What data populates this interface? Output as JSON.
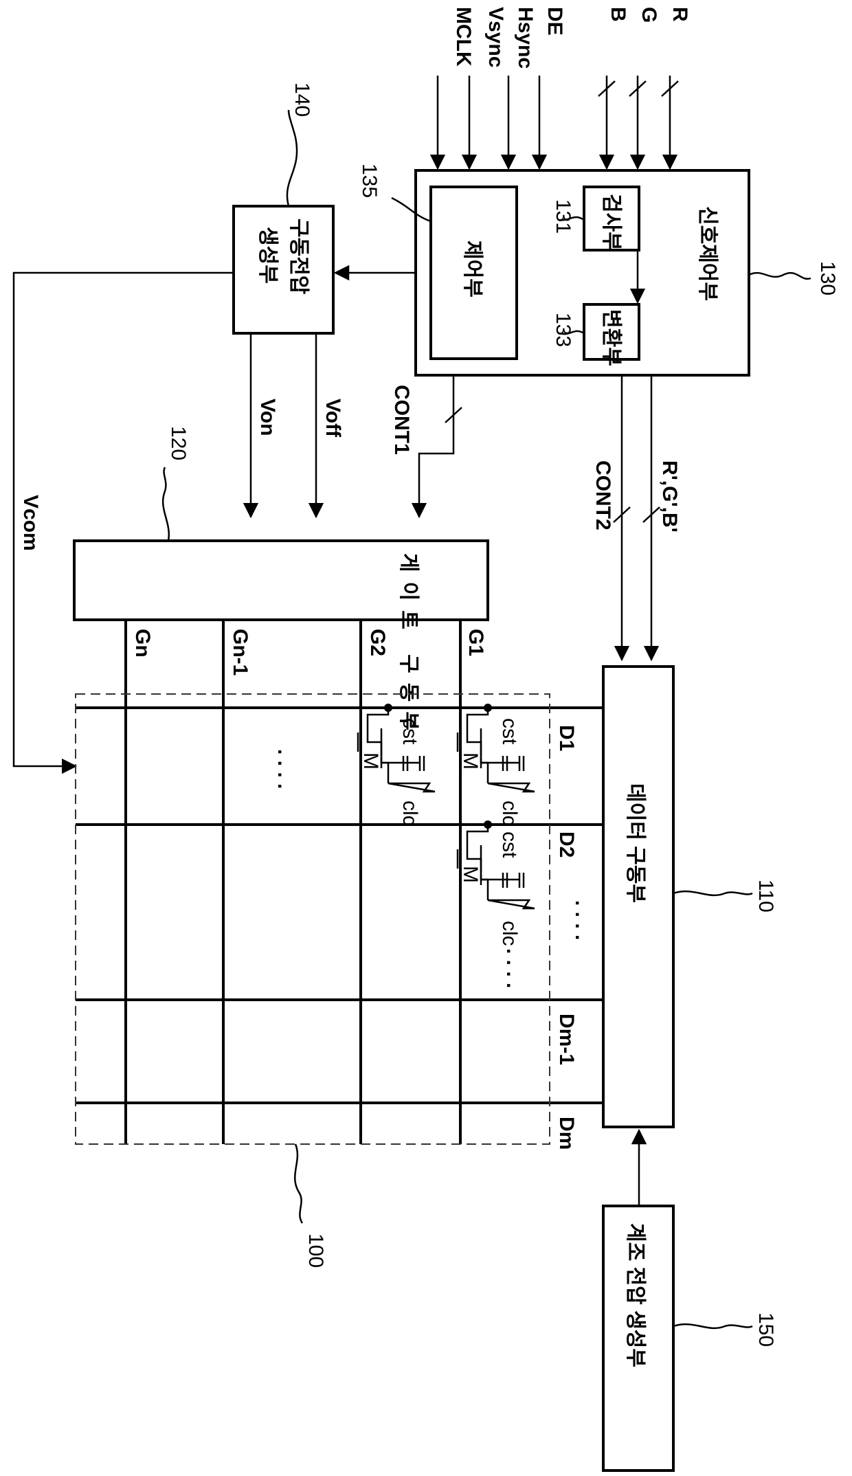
{
  "inputs": {
    "r": "R",
    "g": "G",
    "b": "B",
    "de": "DE",
    "hsync": "Hsync",
    "vsync": "Vsync",
    "mclk": "MCLK"
  },
  "blocks": {
    "signal_controller": {
      "ref": "130",
      "label": "신호제어부"
    },
    "detector": {
      "ref": "131",
      "label": "검사부"
    },
    "converter": {
      "ref": "133",
      "label": "변환부"
    },
    "controller": {
      "ref": "135",
      "label": "제어부"
    },
    "drive_voltage_gen": {
      "ref": "140",
      "label_line1": "구동전압",
      "label_line2": "생성부"
    },
    "gate_driver": {
      "ref": "120",
      "label": "게이트 구동부"
    },
    "data_driver": {
      "ref": "110",
      "label": "데이터 구동부"
    },
    "gamma_voltage_gen": {
      "ref": "150",
      "label": "계조 전압 생성부"
    },
    "panel": {
      "ref": "100"
    }
  },
  "signals": {
    "cont1": "CONT1",
    "cont2": "CONT2",
    "rgb_out": "R',G',B'",
    "von": "Von",
    "voff": "Voff",
    "vcom": "Vcom"
  },
  "gate_lines": [
    "G1",
    "G2",
    "Gn-1",
    "Gn"
  ],
  "data_lines": [
    "D1",
    "D2",
    "Dm-1",
    "Dm"
  ],
  "pixel": {
    "cst": "cst",
    "clc": "clc",
    "m": "M"
  },
  "ellipsis": {
    "gate": ". . . .",
    "data": ". . . .",
    "pixel": ". . . ."
  }
}
